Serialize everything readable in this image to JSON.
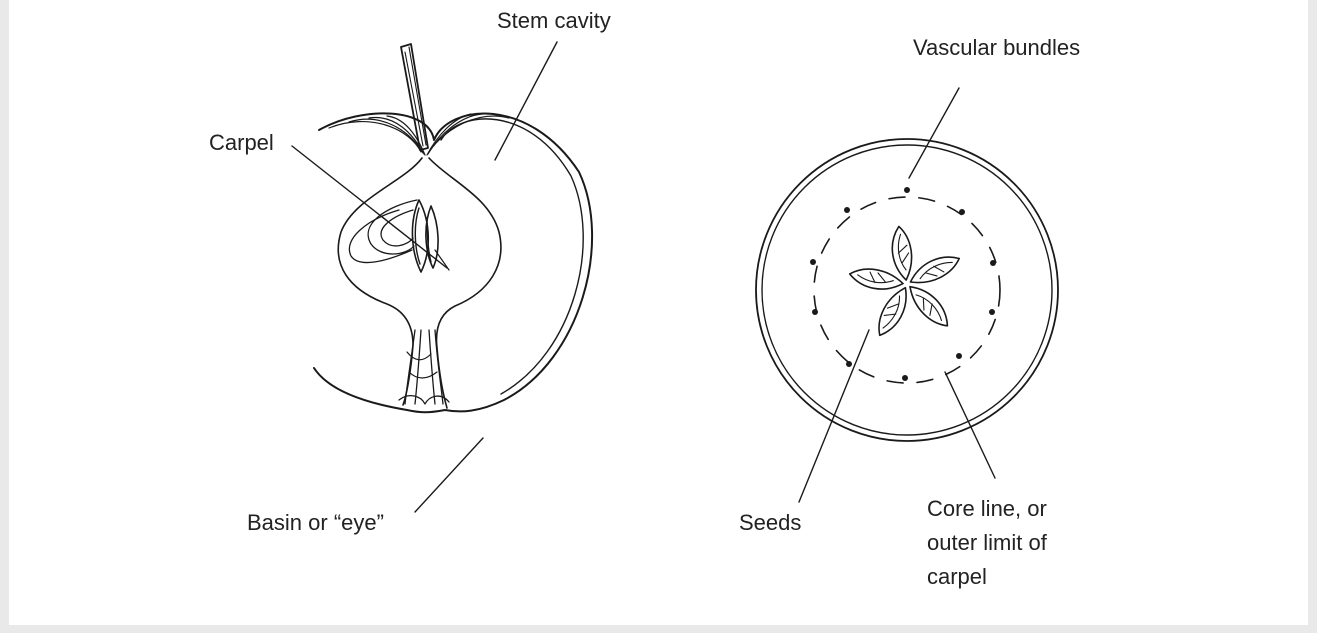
{
  "labels": {
    "stem_cavity": "Stem cavity",
    "carpel": "Carpel",
    "basin_eye": "Basin or “eye”",
    "vascular_bundles": "Vascular bundles",
    "seeds": "Seeds",
    "core_line": [
      "Core line, or",
      "outer limit of",
      "carpel"
    ]
  },
  "colors": {
    "ink": "#1a1a1a",
    "background": "#ffffff",
    "frame": "#e9e9e9"
  }
}
